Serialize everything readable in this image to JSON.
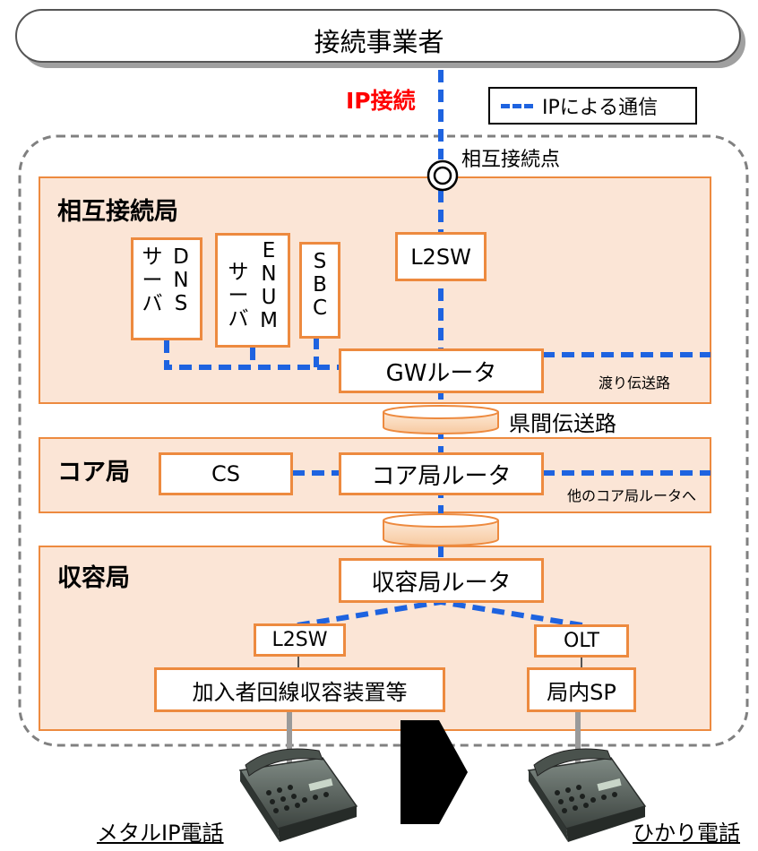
{
  "carrier": {
    "label": "接続事業者"
  },
  "ip_connection": {
    "label": "IP接続",
    "color": "#ff0000"
  },
  "legend": {
    "label": "IPによる通信",
    "line_color": "#1e63e0"
  },
  "interconnect_point": {
    "label": "相互接続点"
  },
  "offices": {
    "interconnect": {
      "label": "相互接続局",
      "fill": "#fbe5d6",
      "border": "#ed8a3f"
    },
    "core": {
      "label": "コア局"
    },
    "access": {
      "label": "収容局"
    }
  },
  "servers": {
    "dns": {
      "col1": "サ\nー\nバ",
      "col2": "D\nN\nS"
    },
    "enum": {
      "col1": "サ\nー\nバ",
      "col2": "E\nN\nU\nM"
    },
    "sbc": {
      "col1": "S\nB\nC"
    }
  },
  "nodes": {
    "l2sw_top": "L2SW",
    "gw_router": "GWルータ",
    "cs": "CS",
    "core_router": "コア局ルータ",
    "access_router": "収容局ルータ",
    "l2sw_bottom": "L2SW",
    "olt": "OLT",
    "subscriber_equipment": "加入者回線収容装置等",
    "local_sp": "局内SP"
  },
  "links": {
    "crossover": "渡り伝送路",
    "inter_prefecture": "県間伝送路",
    "to_other_core": "他のコア局ルータへ"
  },
  "phones": {
    "metal": "メタルIP電話",
    "fiber": "ひかり電話"
  }
}
